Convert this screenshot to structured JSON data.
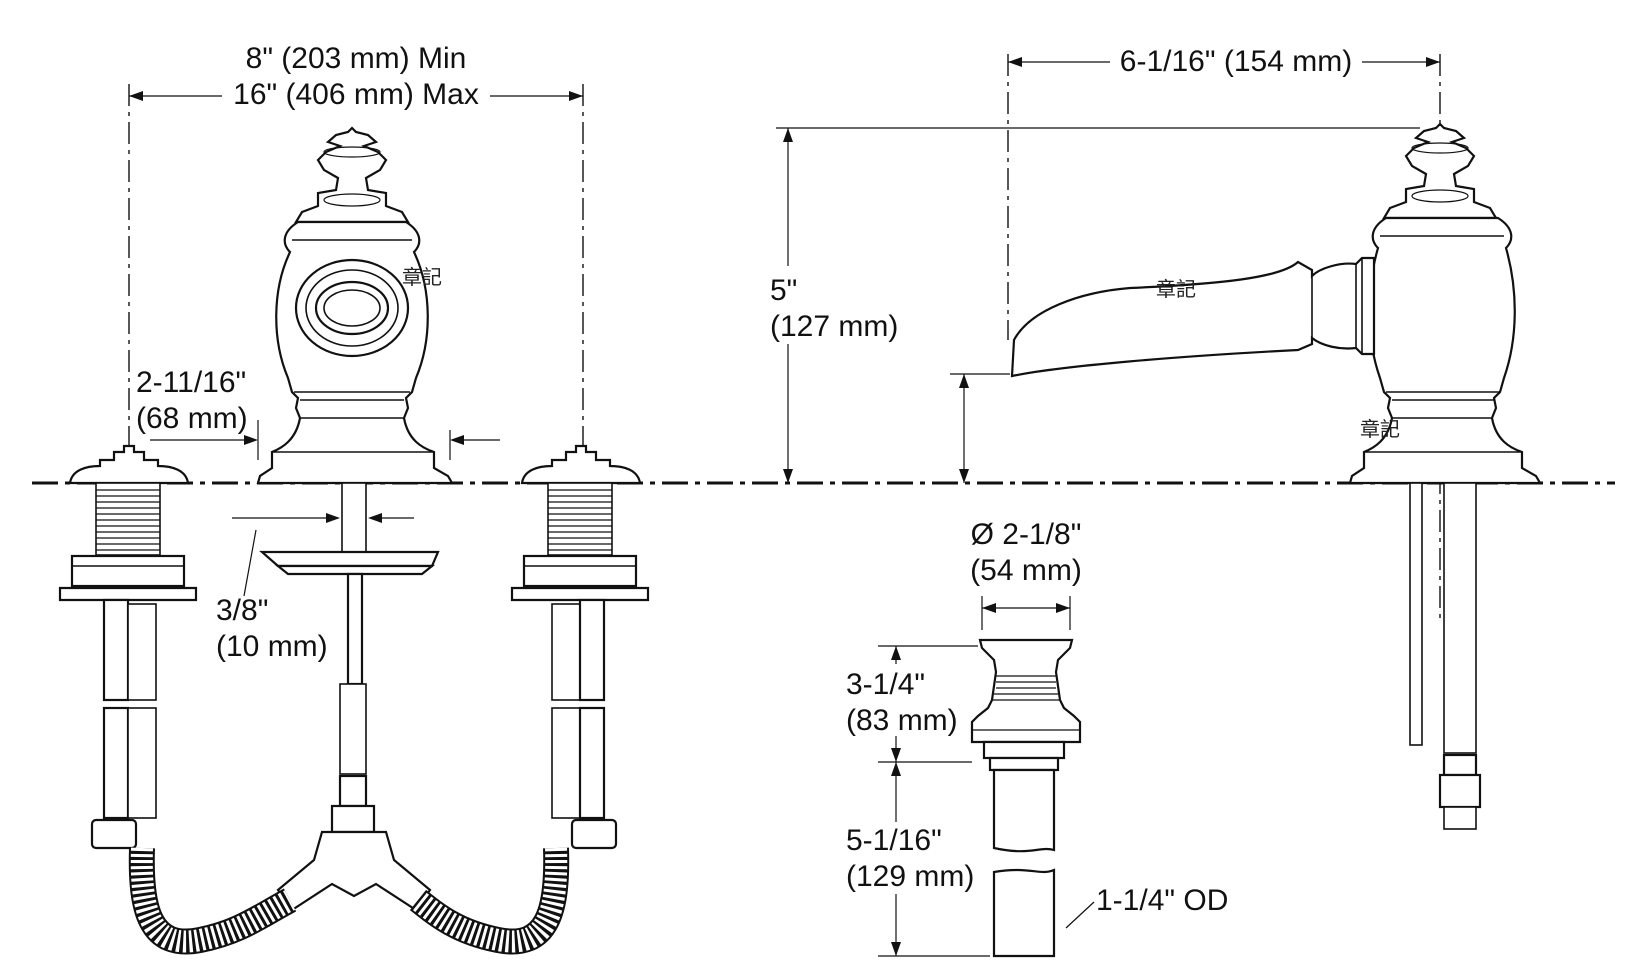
{
  "dimensions": {
    "spread_min": "8\" (203 mm) Min",
    "spread_max": "16\" (406 mm) Max",
    "reach": "6-1/16\" (154 mm)",
    "height_in": "5\"",
    "height_mm": "(127 mm)",
    "base_in": "2-11/16\"",
    "base_mm": "(68 mm)",
    "thickness_in": "3/8\"",
    "thickness_mm": "(10 mm)",
    "drain_dia_in": "Ø 2-1/8\"",
    "drain_dia_mm": "(54 mm)",
    "drain_top_in": "3-1/4\"",
    "drain_top_mm": "(83 mm)",
    "drain_tail_in": "5-1/16\"",
    "drain_tail_mm": "(129 mm)",
    "tail_od": "1-1/4\" OD"
  },
  "watermarks": {
    "front": "章記",
    "spout": "章記",
    "side": "章記"
  }
}
